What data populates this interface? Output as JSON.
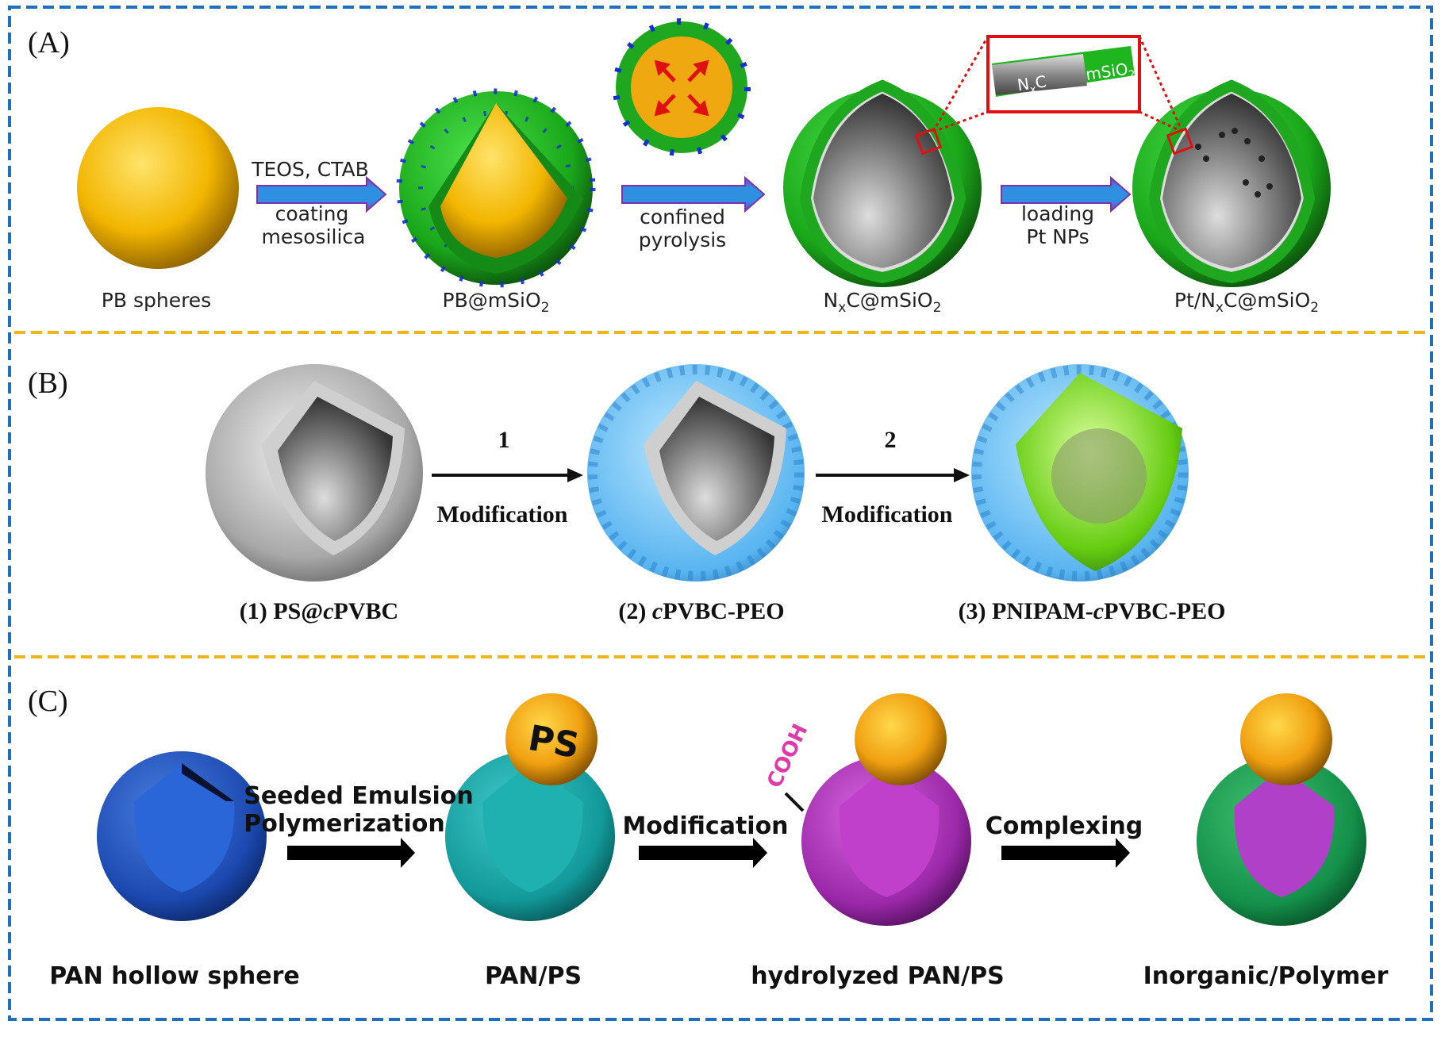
{
  "panels": {
    "a": "(A)",
    "b": "(B)",
    "c": "(C)"
  },
  "panel_a": {
    "arrow1": {
      "top": "TEOS, CTAB",
      "bottom1": "coating",
      "bottom2": "mesosilica"
    },
    "arrow2": {
      "bottom1": "confined",
      "bottom2": "pyrolysis"
    },
    "arrow3": {
      "bottom1": "loading",
      "bottom2": "Pt NPs"
    },
    "inset": {
      "inner_main": "N",
      "inner_sub": "x",
      "inner_end": "C",
      "outer_main": "mSiO",
      "outer_sub": "2"
    },
    "labels": {
      "pb": "PB spheres",
      "pbm": {
        "main": "PB@mSiO",
        "sub": "2"
      },
      "nxc": {
        "a": "N",
        "x": "x",
        "b": "C@mSiO",
        "sub": "2"
      },
      "pt": {
        "a": "Pt/N",
        "x": "x",
        "b": "C@mSiO",
        "sub": "2"
      }
    }
  },
  "panel_b": {
    "arrow1": {
      "num": "1",
      "label": "Modification"
    },
    "arrow2": {
      "num": "2",
      "label": "Modification"
    },
    "labels": {
      "s1": {
        "pre": "(1) PS@",
        "it": "c",
        "post": "PVBC"
      },
      "s2": {
        "pre": "(2) ",
        "it": "c",
        "post": "PVBC-PEO"
      },
      "s3": {
        "pre": "(3) PNIPAM-",
        "it": "c",
        "post": "PVBC-PEO"
      }
    }
  },
  "panel_c": {
    "arrow1": {
      "line1": "Seeded Emulsion",
      "line2": "Polymerization"
    },
    "arrow2": {
      "label": "Modification"
    },
    "arrow3": {
      "label": "Complexing"
    },
    "ps_ball": "PS",
    "cooh": "COOH",
    "labels": {
      "s1": "PAN hollow sphere",
      "s2": "PAN/PS",
      "s3": "hydrolyzed PAN/PS",
      "s4": "Inorganic/Polymer"
    }
  },
  "colors": {
    "border": "#1e6fc0",
    "divider": "#f0b619",
    "silica": "#1fb51f",
    "pb": "#f5b800",
    "inset_red": "#e01010"
  }
}
